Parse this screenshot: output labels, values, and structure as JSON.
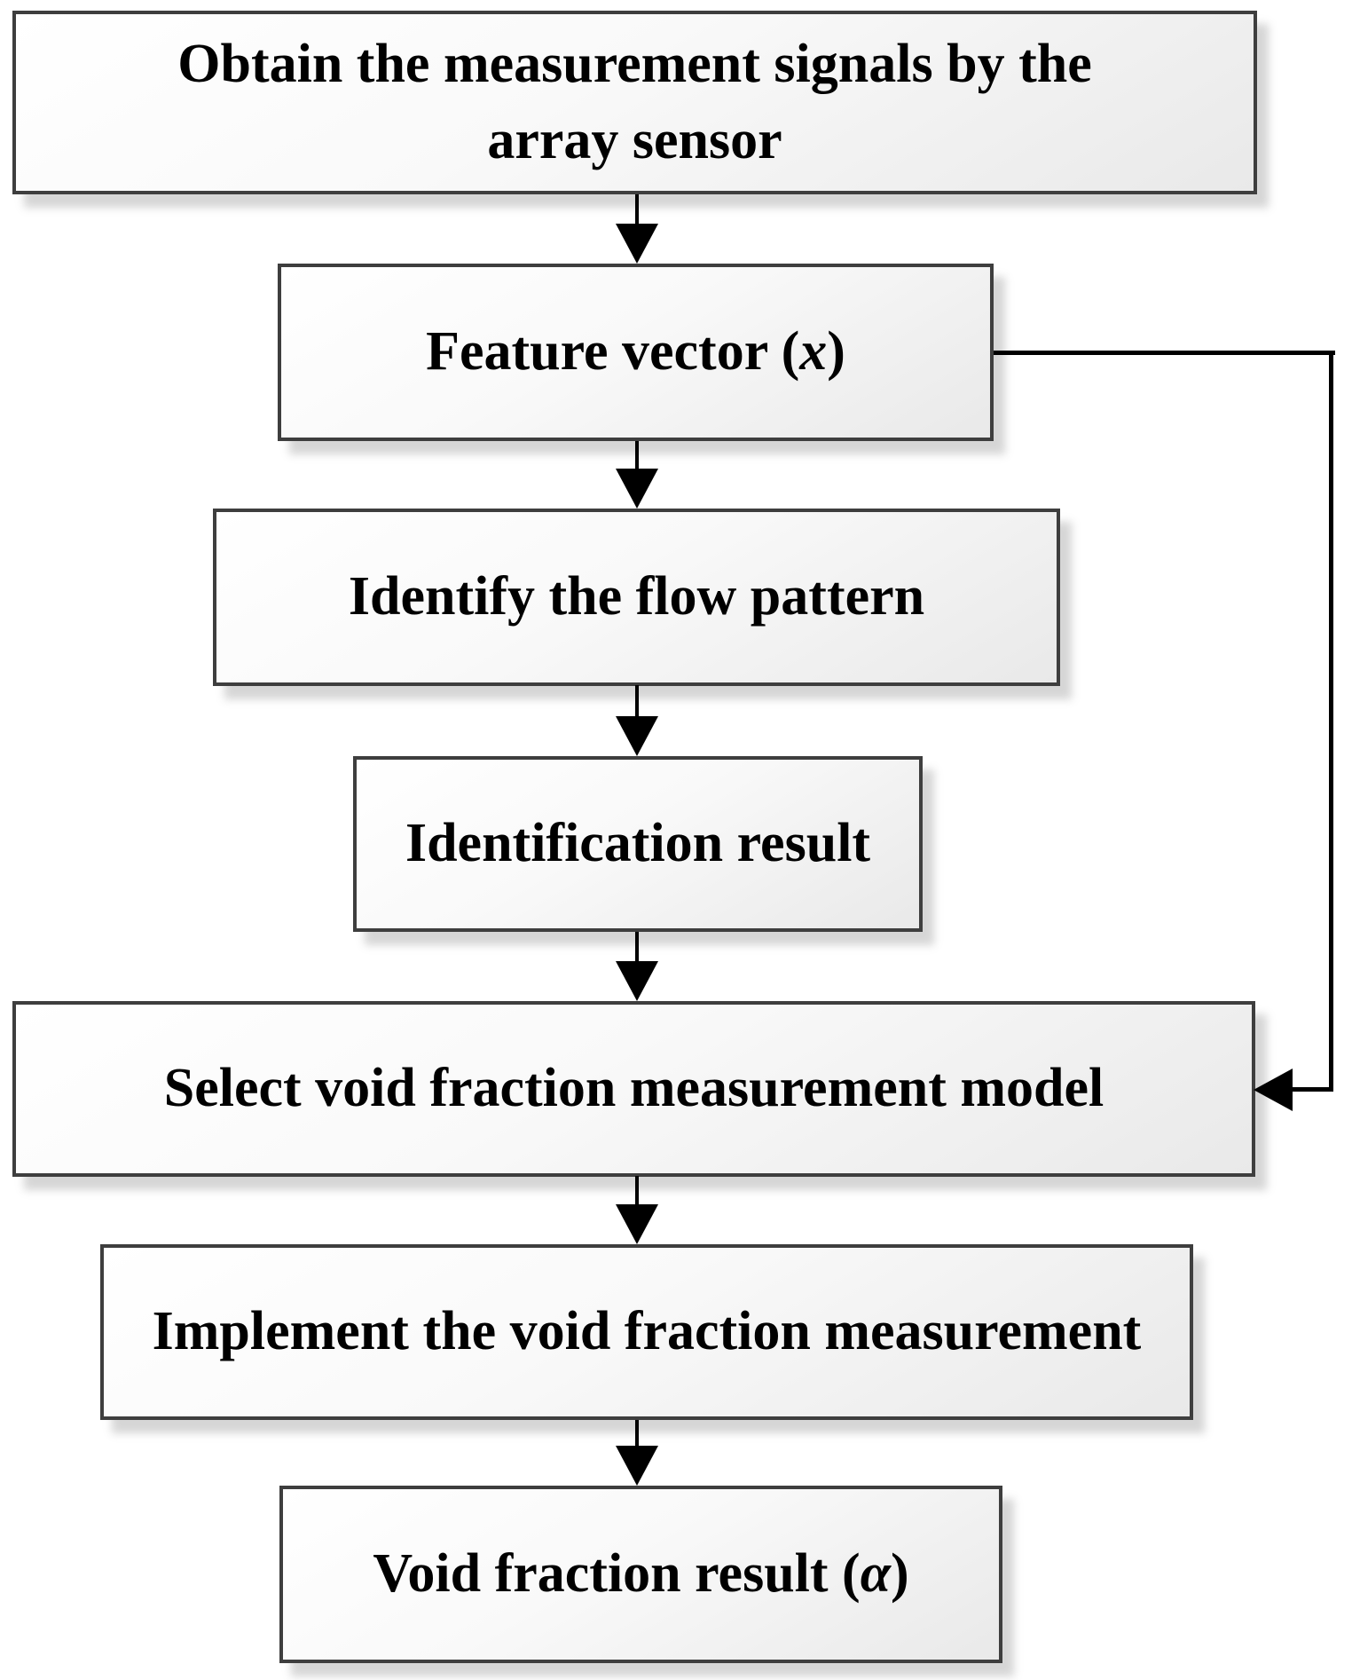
{
  "diagram": {
    "type": "flowchart",
    "background_color": "#ffffff",
    "node_border_color": "#3e3e3e",
    "node_fill_gradient": [
      "#ffffff",
      "#e9e9e9"
    ],
    "arrow_color": "#000000",
    "nodes": [
      {
        "id": "obtain-signals",
        "label": "Obtain the measurement signals by the array sensor",
        "line1": "Obtain the measurement signals by the",
        "line2": "array sensor"
      },
      {
        "id": "feature-vector",
        "label": "Feature vector (x)",
        "pre": "Feature vector (",
        "var": "x",
        "post": ")"
      },
      {
        "id": "identify-flow-pattern",
        "label": "Identify the flow pattern"
      },
      {
        "id": "identification-result",
        "label": "Identification result"
      },
      {
        "id": "select-model",
        "label": "Select void fraction measurement model"
      },
      {
        "id": "implement-measurement",
        "label": "Implement the void fraction measurement"
      },
      {
        "id": "void-fraction-result",
        "label": "Void fraction result (α)",
        "pre": "Void fraction result (",
        "var": "α",
        "post": ")"
      }
    ],
    "edges": [
      {
        "from": "obtain-signals",
        "to": "feature-vector",
        "type": "arrow-down"
      },
      {
        "from": "feature-vector",
        "to": "identify-flow-pattern",
        "type": "arrow-down"
      },
      {
        "from": "identify-flow-pattern",
        "to": "identification-result",
        "type": "arrow-down"
      },
      {
        "from": "identification-result",
        "to": "select-model",
        "type": "arrow-down"
      },
      {
        "from": "select-model",
        "to": "implement-measurement",
        "type": "arrow-down"
      },
      {
        "from": "implement-measurement",
        "to": "void-fraction-result",
        "type": "arrow-down"
      },
      {
        "from": "feature-vector",
        "to": "select-model",
        "type": "elbow-right-then-down, arrowhead points left into right side of target"
      }
    ]
  }
}
